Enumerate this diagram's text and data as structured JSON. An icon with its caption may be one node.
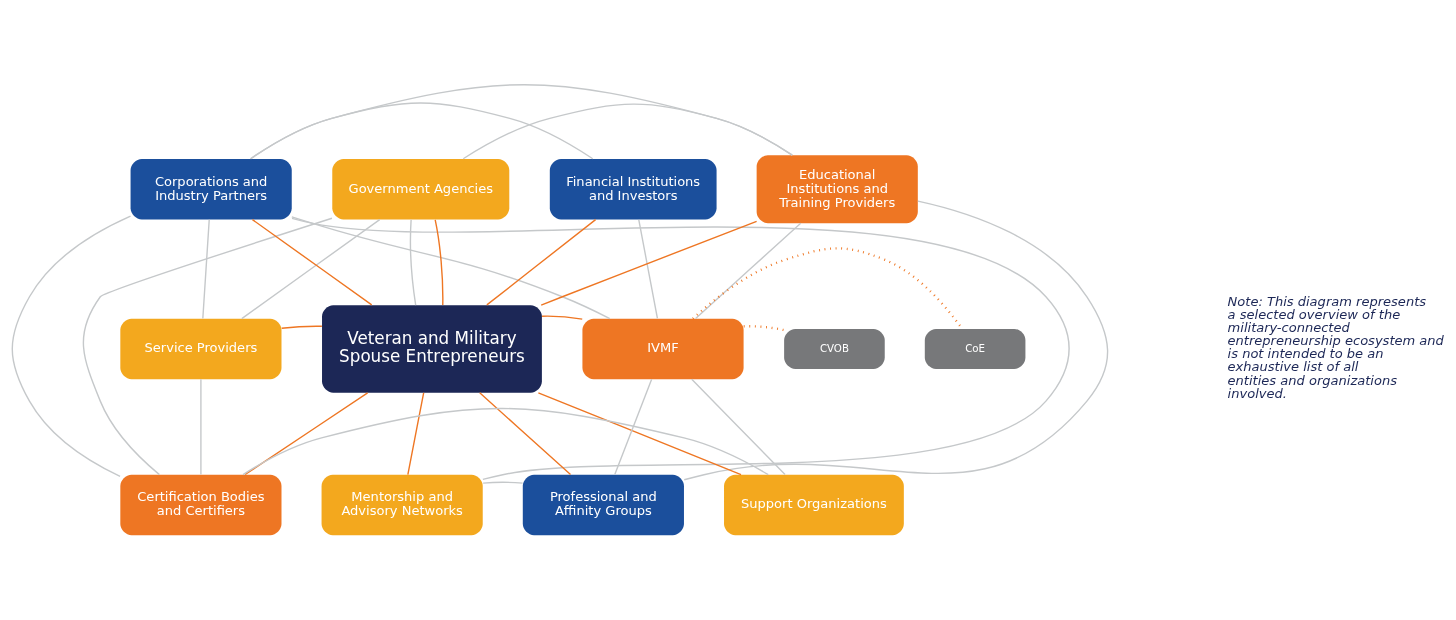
{
  "diagram": {
    "nodes": [
      {
        "text": [
          "Corporations and Industry Partners"
        ]
      },
      {
        "text": [
          "Government Agencies"
        ]
      },
      {
        "text": [
          "Financial Institutions and Investors"
        ]
      },
      {
        "text": [
          "Educational Institutions and Training Providers"
        ]
      },
      {
        "text": [
          "Service Providers"
        ]
      },
      {
        "text": [
          "Veteran and Military Spouse Entrepreneurs"
        ]
      },
      {
        "text": [
          "IVMF"
        ]
      },
      {
        "text": [
          "CVOB"
        ]
      },
      {
        "text": [
          "CoE"
        ]
      },
      {
        "text": [
          "Certification Bodies and Certifiers"
        ]
      },
      {
        "text": [
          "Mentorship and Advisory Networks"
        ]
      },
      {
        "text": [
          "Professional and Affinity Groups"
        ]
      },
      {
        "text": [
          "Support Organizations"
        ]
      }
    ],
    "edges": [
      {
        "from": 5,
        "to": 0,
        "arrow": "none",
        "color": "#ee7623"
      },
      {
        "from": 5,
        "to": 1,
        "arrow": "none",
        "color": "#ee7623"
      },
      {
        "from": 5,
        "to": 2,
        "arrow": "none",
        "color": "#ee7623"
      },
      {
        "from": 5,
        "to": 3,
        "arrow": "none",
        "color": "#ee7623"
      },
      {
        "from": 5,
        "to": 4,
        "arrow": "none",
        "color": "#ee7623"
      },
      {
        "from": 5,
        "to": 6,
        "arrow": "none",
        "color": "#ee7623"
      },
      {
        "from": 5,
        "to": 9,
        "arrow": "none",
        "color": "#ee7623"
      },
      {
        "from": 5,
        "to": 10,
        "arrow": "none",
        "color": "#ee7623"
      },
      {
        "from": 5,
        "to": 11,
        "arrow": "none",
        "color": "#ee7623"
      },
      {
        "from": 5,
        "to": 12,
        "arrow": "none",
        "color": "#ee7623"
      },
      {
        "from": 6,
        "to": 7,
        "arrow": "none",
        "style": "dashed",
        "color": "#ee7623"
      },
      {
        "from": 6,
        "to": 8,
        "arrow": "none",
        "style": "dashed",
        "color": "#ee7623"
      },
      {
        "from": 0,
        "to": 3,
        "arrow": "none"
      },
      {
        "from": 0,
        "to": 2,
        "arrow": "none"
      },
      {
        "from": 1,
        "to": 3,
        "arrow": "none"
      },
      {
        "from": 9,
        "to": 12,
        "arrow": "none"
      },
      {
        "from": 10,
        "to": 11,
        "arrow": "none"
      },
      {
        "from": 0,
        "to": 9,
        "arrow": "none"
      },
      {
        "from": 0,
        "to": 4,
        "arrow": "none"
      },
      {
        "from": 4,
        "to": 9,
        "arrow": "none"
      },
      {
        "from": 3,
        "to": 6,
        "arrow": "none"
      },
      {
        "from": 6,
        "to": 12,
        "arrow": "none"
      },
      {
        "from": 0,
        "to": 10,
        "arrow": "none"
      },
      {
        "from": 0,
        "to": 6,
        "arrow": "none"
      },
      {
        "from": 1,
        "to": 4,
        "arrow": "none"
      },
      {
        "from": 1,
        "to": 9,
        "arrow": "none"
      },
      {
        "from": 1,
        "to": 5,
        "arrow": "none"
      },
      {
        "from": 2,
        "to": 6,
        "arrow": "none"
      },
      {
        "from": 3,
        "to": 11,
        "arrow": "none"
      },
      {
        "from": 6,
        "to": 11,
        "arrow": "none"
      }
    ],
    "labels": [
      "Note: This diagram represents a selected overview of the military-connected entrepreneurship ecosystem and is not intended to be an exhaustive list of all entities and organizations involved."
    ]
  }
}
